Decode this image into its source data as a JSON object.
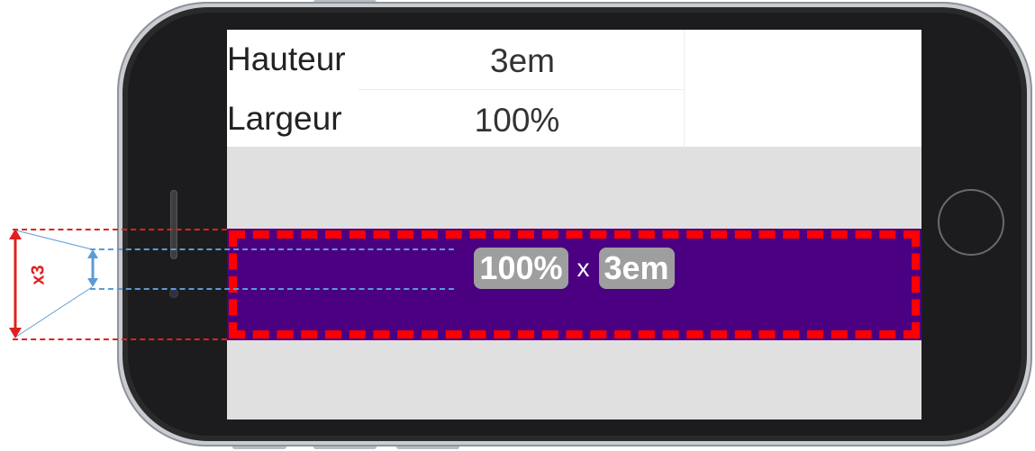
{
  "properties": [
    {
      "label": "Hauteur",
      "value": "3em"
    },
    {
      "label": "Largeur",
      "value": "100%"
    }
  ],
  "demo_bar": {
    "width_chip": "100%",
    "separator": "x",
    "height_chip": "3em",
    "fill_color": "#4b0082",
    "border_color": "#ff0000"
  },
  "annotation": {
    "multiplier": "x3",
    "outer_color": "#e02020",
    "inner_color": "#5b9bd5"
  }
}
